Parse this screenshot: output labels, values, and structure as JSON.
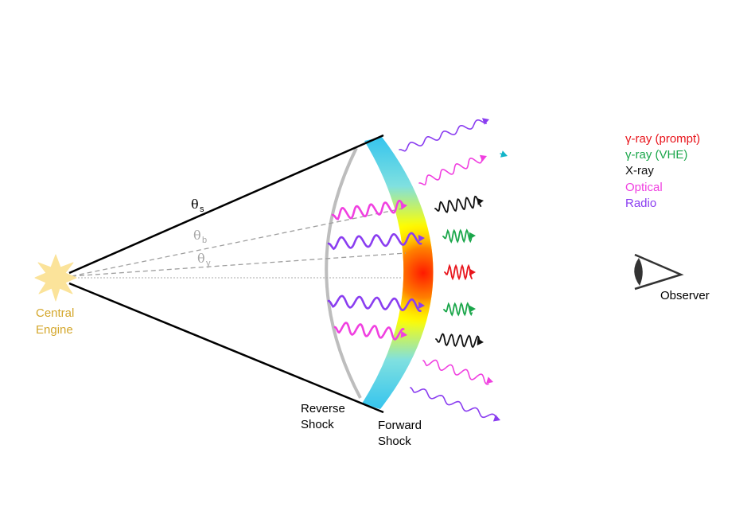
{
  "engine": {
    "line1": "Central",
    "line2": "Engine",
    "color": "#d4a72c",
    "glow": "#fbe39a"
  },
  "angles": {
    "theta_s": {
      "sym": "θ",
      "sub": "s"
    },
    "theta_b": {
      "sym": "θ",
      "sub": "b"
    },
    "theta_g": {
      "sym": "θ",
      "sub": "γ"
    }
  },
  "shocks": {
    "reverse": {
      "line1": "Reverse",
      "line2": "Shock"
    },
    "forward": {
      "line1": "Forward",
      "line2": "Shock"
    }
  },
  "observer": {
    "label": "Observer"
  },
  "legend": [
    {
      "label": "γ-ray (prompt)",
      "color": "#e8141b"
    },
    {
      "label": "γ-ray (VHE)",
      "color": "#1aa64a"
    },
    {
      "label": "X-ray",
      "color": "#111111"
    },
    {
      "label": "Optical",
      "color": "#f040e0"
    },
    {
      "label": "Radio",
      "color": "#8a3df0"
    }
  ]
}
